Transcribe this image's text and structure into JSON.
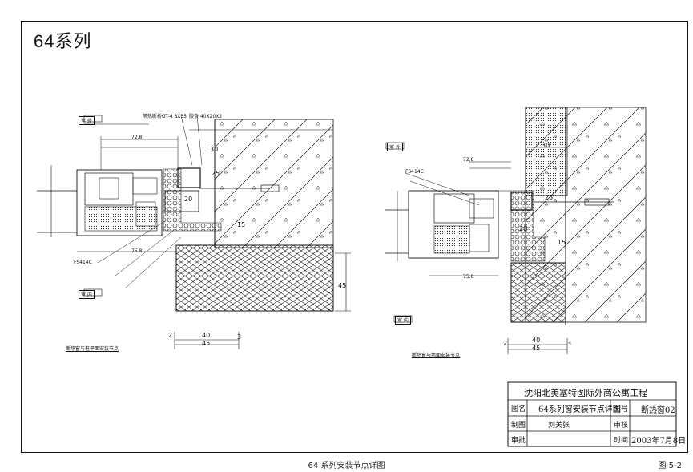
{
  "sheet": {
    "series_title": "64系列",
    "caption": "64 系列安装节点详图",
    "page_number": "图 5-2"
  },
  "title_block": {
    "project": "沈阳北美塞特图际外商公寓工程",
    "row1_label": "图名",
    "row1_value": "64系列窗安装节点详图",
    "row1_label2": "图号",
    "row1_value2": "断热窗02",
    "row2_label": "制图",
    "row2_value": "刘关张",
    "row2_label2": "审核",
    "row3_label": "审批",
    "row3_label2": "时间",
    "row3_value2": "2003年7月8日"
  },
  "left_detail": {
    "tag_top": "室 外",
    "tag_bottom": "室 内",
    "part_labels": [
      "隔热断桥GT-4 8X35",
      "胶条 40X20X2",
      "FS414C"
    ],
    "dimensions": [
      "30",
      "25",
      "20",
      "15",
      "2",
      "40",
      "45",
      "3",
      "45",
      "72.8",
      "75.8"
    ],
    "caption": "断热窗与柱平面安装节点"
  },
  "right_detail": {
    "tag_top": "室 外",
    "tag_bottom": "室 内",
    "part_labels": [
      "FS414C"
    ],
    "dimensions": [
      "30",
      "25",
      "20",
      "15",
      "2",
      "40",
      "45",
      "3",
      "72.8",
      "75.8"
    ],
    "caption": "断热窗与墙面安装节点"
  },
  "colors": {
    "line": "#111111",
    "background": "#ffffff"
  }
}
